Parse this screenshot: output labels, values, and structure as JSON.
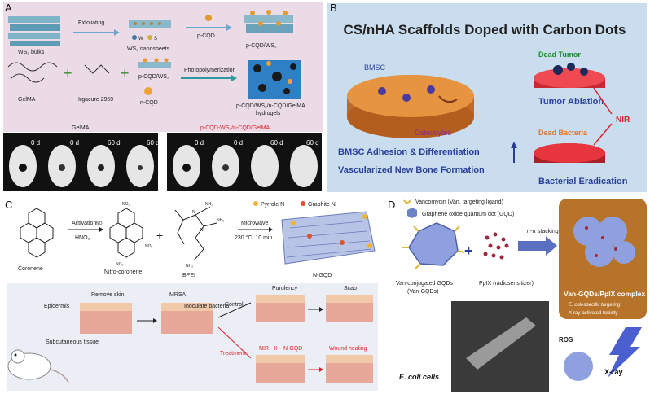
{
  "panels": {
    "A": {
      "label": "A",
      "top_row": [
        "WS₂ bulks",
        "Exfoliating",
        "WS₂ nanosheets",
        "W",
        "S",
        "p-CQD",
        "p-CQD/WS₂"
      ],
      "mid_row": [
        "GelMA",
        "+",
        "Irgacure 2959",
        "+",
        "p-CQD/WS₂",
        "n-CQD",
        "Photopolymerization",
        "p-CQD/WS₂/n-CQD/GelMA",
        "hydrogels"
      ],
      "groups": [
        "GelMA",
        "p-CQD-WS₂/n-CQD/GelMA"
      ],
      "photos": [
        "0 d",
        "0 d",
        "60 d",
        "60 d",
        "0 d",
        "0 d",
        "60 d",
        "60 d"
      ]
    },
    "B": {
      "label": "B",
      "title": "CS/nHA Scaffolds Doped with Carbon Dots",
      "bmsc": "BMSC",
      "osteocytes": "Osteocytes",
      "dead_tumor": "Dead Tumor",
      "tumor_ablation": "Tumor Ablation",
      "nir": "NIR",
      "dead_bacteria": "Dead Bacteria",
      "bacterial_eradication": "Bacterial Eradication",
      "line1": "BMSC Adhesion & Differentiation",
      "line2": "Vascularized New Bone Formation"
    },
    "C": {
      "label": "C",
      "legend": [
        "Pyrrole N",
        "Graphite N"
      ],
      "molecules": [
        "Coronene",
        "Nitro-coronene",
        "BPEI",
        "N-GQD"
      ],
      "arrow1_top": "Activation",
      "arrow1_bottom": "HNO₃",
      "plus": "+",
      "arrow2_top": "Microwave",
      "arrow2_bottom": "230 °C, 10 min",
      "no2": "NO₂",
      "nh2": "NH₂",
      "n": "N",
      "steps": [
        "Remove skin",
        "MRSA",
        "Inoculate bacteria",
        "Purulency",
        "Scab",
        "Control",
        "NIR - II",
        "N-GQD",
        "Treatment",
        "Wound healing"
      ],
      "layers": [
        "Epidermis",
        "Subcutaneous tissue"
      ]
    },
    "D": {
      "label": "D",
      "legend": [
        "Vancomycin (Van, targeting ligand)",
        "Graphene oxide quantum dot (GQD)"
      ],
      "stacking": "π-π stacking",
      "van_gqds": [
        "Van-conjugated GQDs",
        "(Van-GQDs)"
      ],
      "ppix": "PpIX (radiosensitizer)",
      "complex": "Van-GQDs/PpIX complex",
      "bullets": [
        "E. coli-specific targeting",
        "X-ray-activated toxicity"
      ],
      "ros": "ROS",
      "xray": "X-ray",
      "ecoli": "E. coli cells",
      "plus": "+"
    }
  },
  "colors": {
    "panelA_bg": "#e9dce7",
    "panelB_bg": "#cbdff0",
    "complex_bg": "#b8732a",
    "red_text": "#d8232a",
    "blue_text": "#1f3f8a"
  }
}
